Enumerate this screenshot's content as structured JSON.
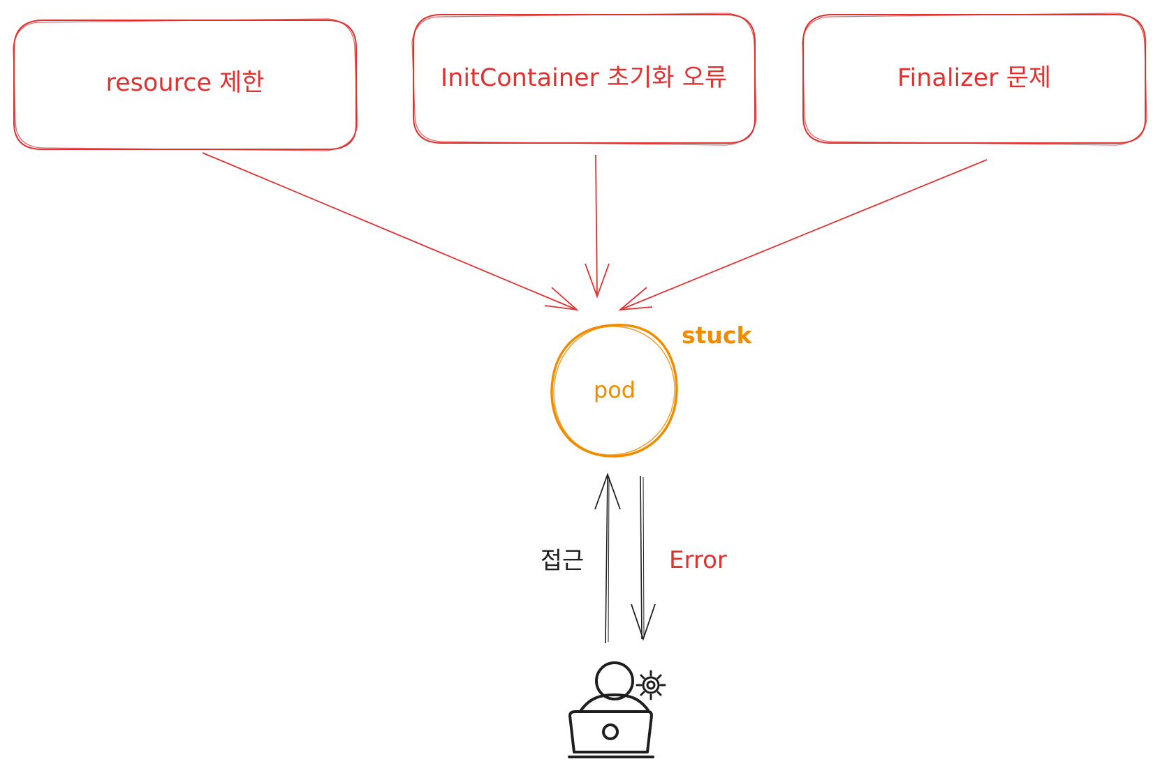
{
  "causes": [
    {
      "label": "resource 제한"
    },
    {
      "label": "InitContainer 초기화 오류"
    },
    {
      "label": "Finalizer 문제"
    }
  ],
  "pod": {
    "label": "pod",
    "status": "stuck"
  },
  "interaction": {
    "request_label": "접근",
    "response_label": "Error"
  },
  "user": {
    "icon": "developer-with-laptop-icon"
  },
  "colors": {
    "cause": "#e03131",
    "pod": "#f08c00",
    "neutral": "#1e1e1e"
  }
}
